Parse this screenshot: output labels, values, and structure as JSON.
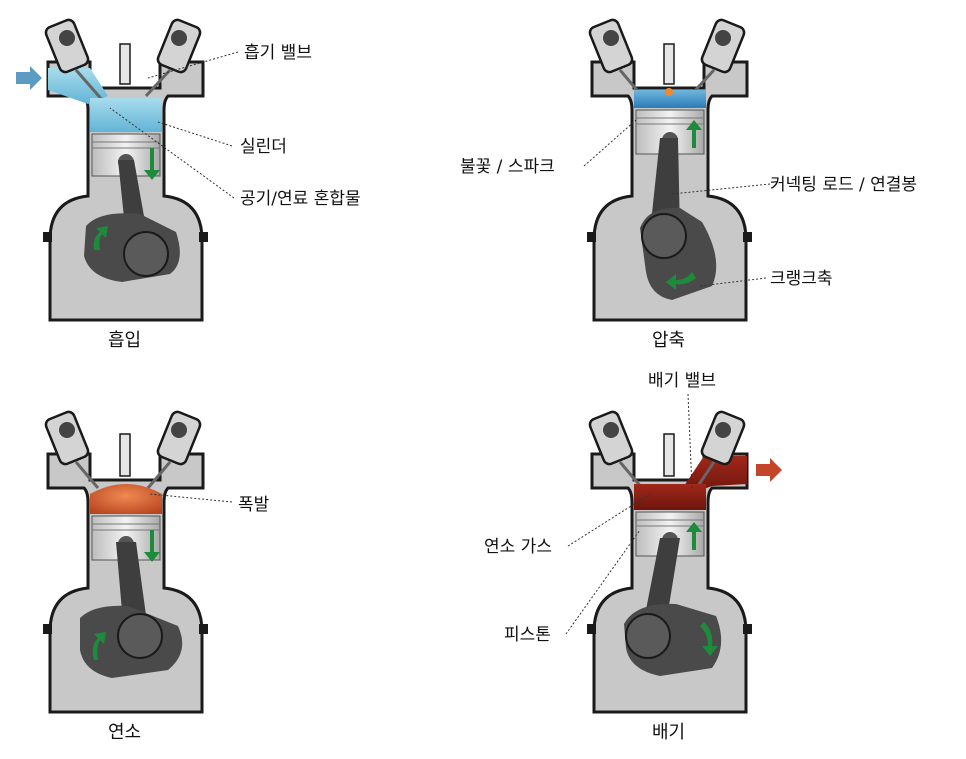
{
  "colors": {
    "intake": "#7fc4dd",
    "intake_arrow": "#5c9cc4",
    "combustion": "#d9623a",
    "exhaust": "#8a1f14",
    "exhaust_arrow": "#c4452a",
    "motion_arrow": "#1e8a3c",
    "block": "#c8c8c8",
    "block_edge": "#1a1a1a",
    "rod": "#3e3e3e"
  },
  "panels": [
    {
      "stroke": "intake",
      "caption": "흡입",
      "chamber_fill": "#8fd0e6",
      "piston": "down",
      "crank_arrow": "up",
      "labels": {
        "a": "흡기 밸브",
        "b": "실린더",
        "c": "공기/연료 혼합물"
      }
    },
    {
      "stroke": "compression",
      "caption": "압축",
      "chamber_fill": "#4a9fd0",
      "piston": "up",
      "crank_arrow": "down",
      "labels": {
        "a": "불꽃 / 스파크",
        "b": "커넥팅 로드 / 연결봉",
        "c": "크랭크축"
      }
    },
    {
      "stroke": "power",
      "caption": "연소",
      "chamber_fill": "#d9623a",
      "piston": "down",
      "crank_arrow": "up",
      "labels": {
        "a": "폭발"
      }
    },
    {
      "stroke": "exhaust",
      "caption": "배기",
      "chamber_fill": "#8a1f14",
      "piston": "up",
      "crank_arrow": "down",
      "labels": {
        "a": "배기 밸브",
        "b": "연소 가스",
        "c": "피스톤"
      }
    }
  ],
  "icons": {
    "flow_in": "arrow-right-icon",
    "flow_out": "arrow-right-icon",
    "piston_motion": "arrow-up-down-icon",
    "crank_rotation": "curved-arrow-icon"
  }
}
